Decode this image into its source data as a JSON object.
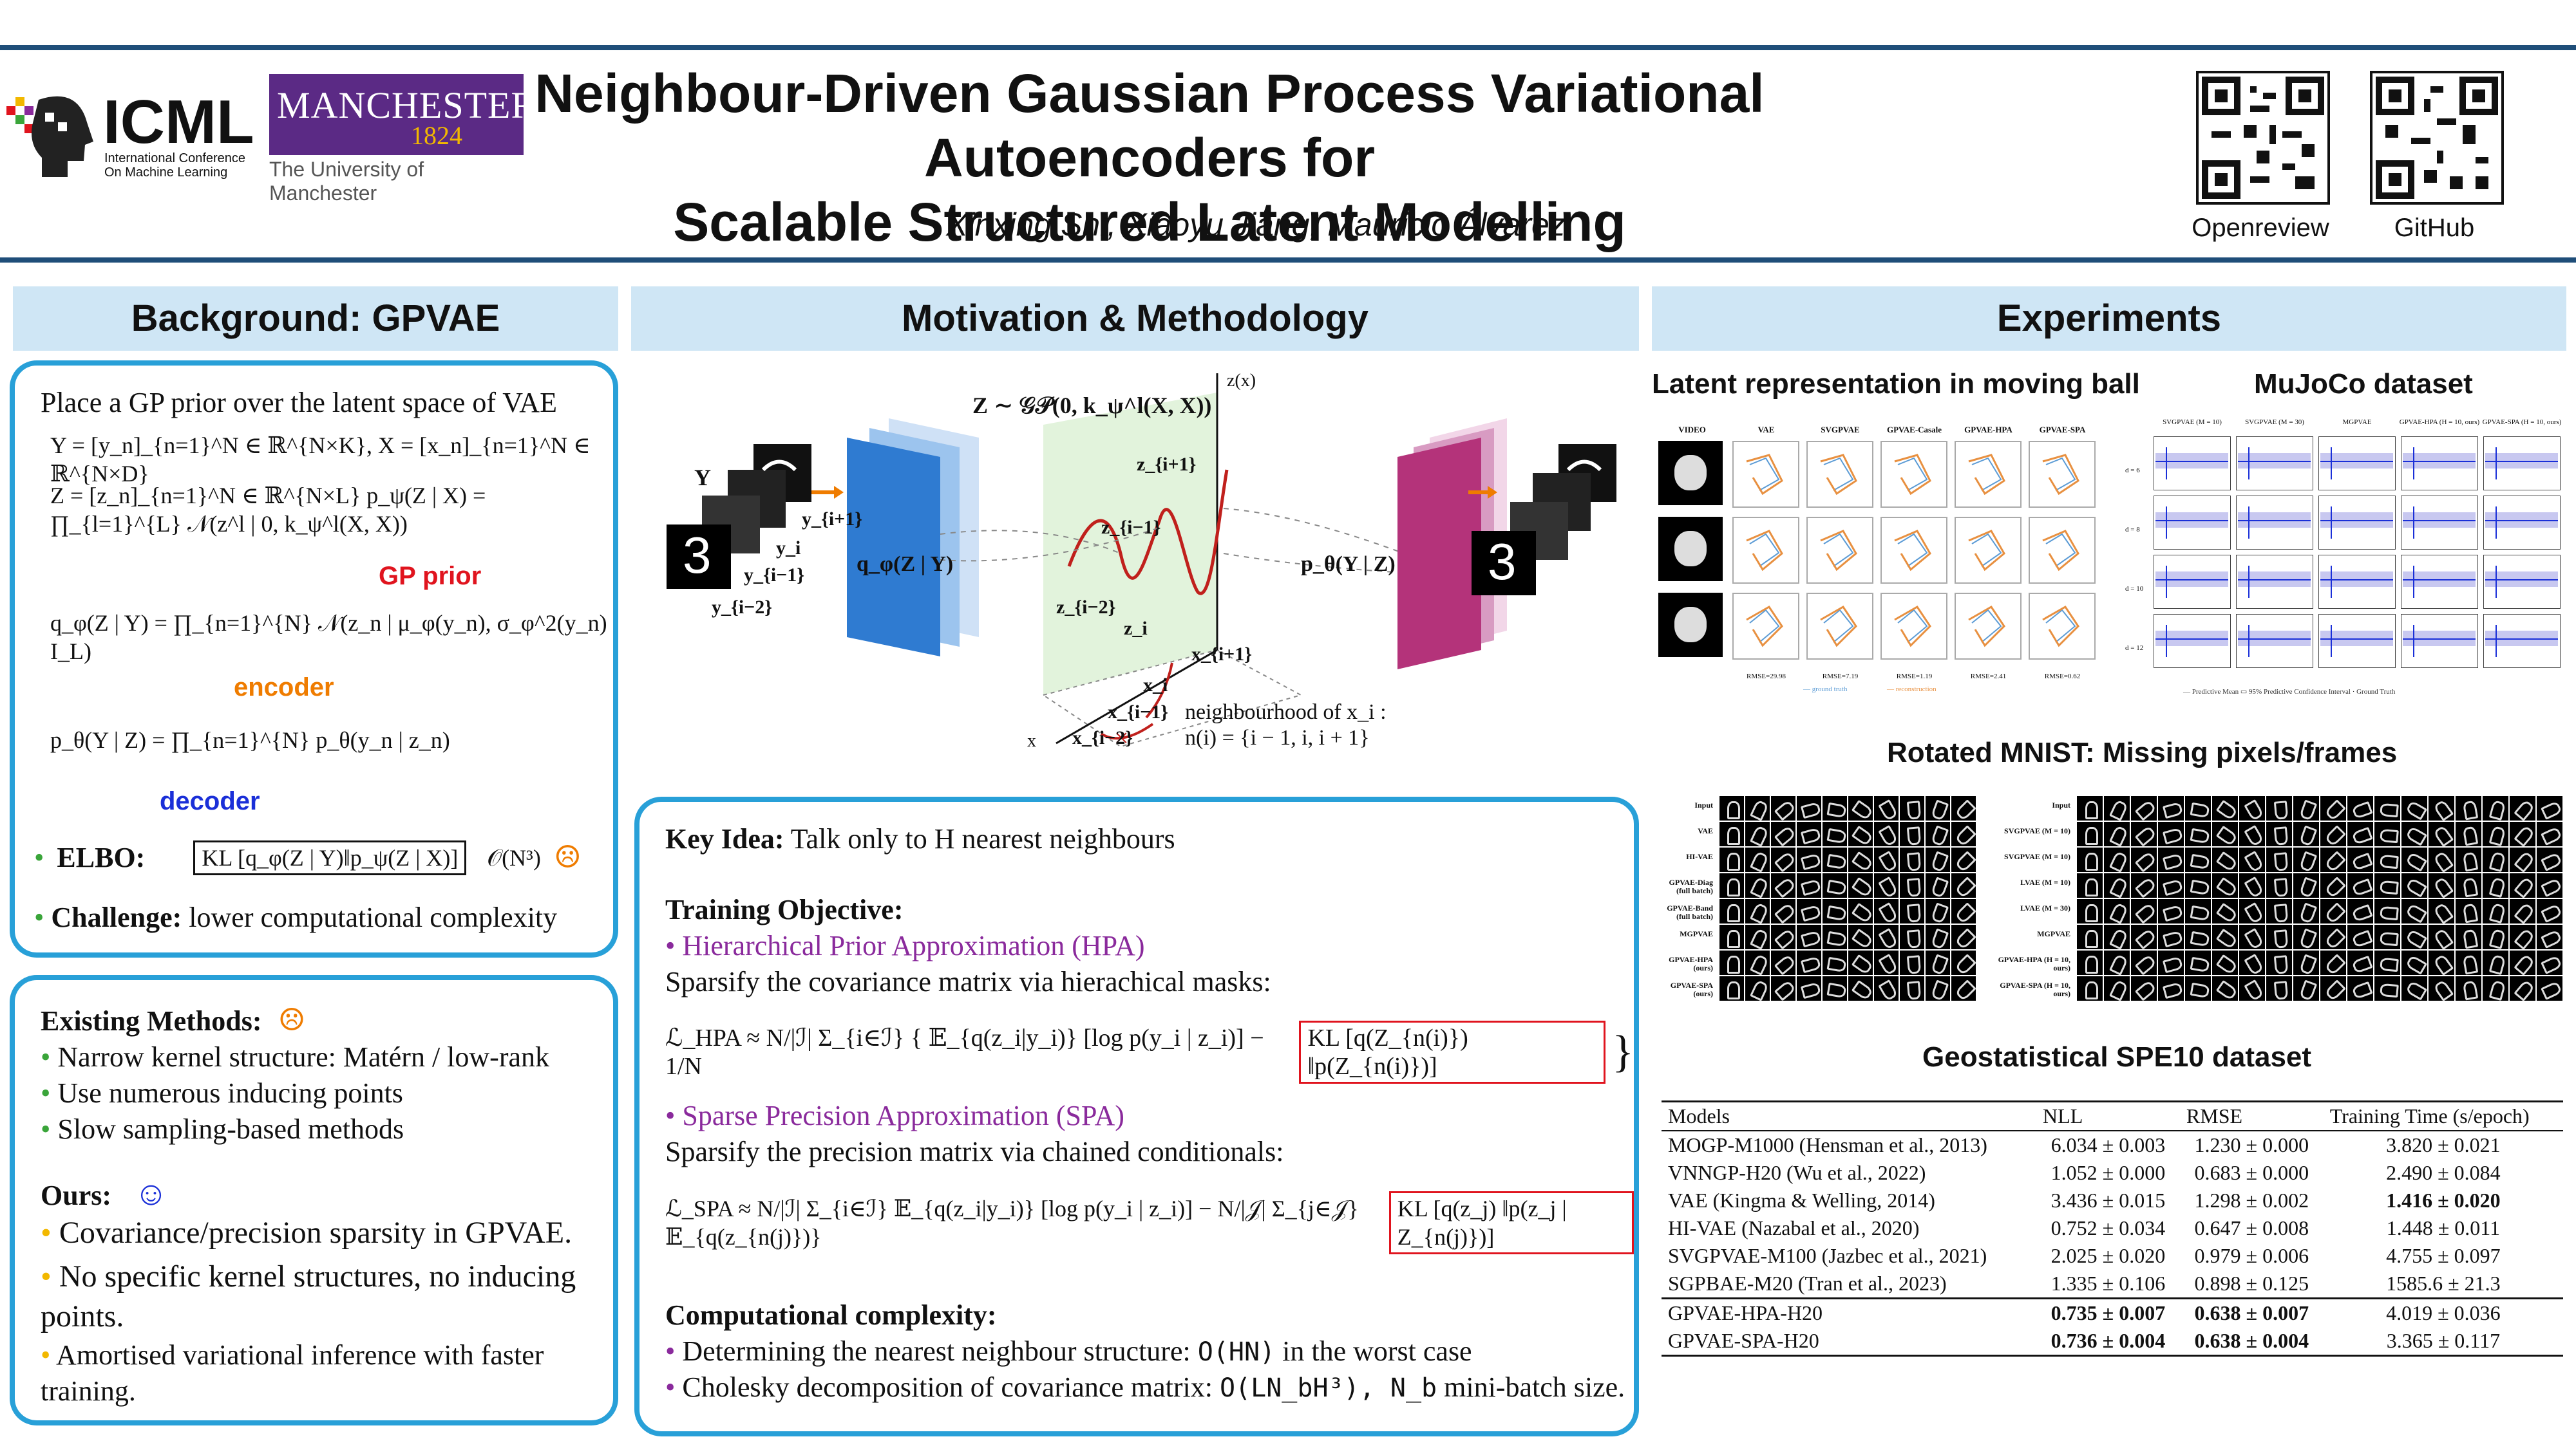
{
  "header": {
    "icml_logo_text": "ICML",
    "icml_subtitle_1": "International Conference",
    "icml_subtitle_2": "On Machine Learning",
    "manchester_logo_text": "MANCHESTER",
    "manchester_year": "1824",
    "manchester_subtitle": "The University of Manchester",
    "title_line_1": "Neighbour-Driven Gaussian Process Variational Autoencoders for",
    "title_line_2": "Scalable Structured Latent Modelling",
    "authors": "Xinxing Shi, Xiaoyu Jiang, Mauricio Álvarez",
    "qr_labels": [
      "Openreview",
      "GitHub"
    ]
  },
  "background": {
    "heading": "Background: GPVAE",
    "intro": "Place a GP prior over the latent space of VAE",
    "eq_y": "Y = [y_n]_{n=1}^N ∈ ℝ^{N×K},  X = [x_n]_{n=1}^N ∈ ℝ^{N×D}",
    "eq_z": "Z = [z_n]_{n=1}^N ∈ ℝ^{N×L}   p_ψ(Z | X) = ∏_{l=1}^{L} 𝒩(z^l | 0, k_ψ^l(X, X))",
    "gp_prior_label": "GP prior",
    "eq_q": "q_φ(Z | Y) = ∏_{n=1}^{N} 𝒩(z_n | μ_φ(y_n), σ_φ^2(y_n) I_L)",
    "encoder_label": "encoder",
    "eq_p": "p_θ(Y | Z) = ∏_{n=1}^{N} p_θ(y_n | z_n)",
    "decoder_label": "decoder",
    "elbo_label": "ELBO:",
    "elbo_kl": "KL [q_φ(Z | Y)‖p_ψ(Z | X)]",
    "elbo_cost": "𝒪(N³)",
    "challenge_label": "Challenge:",
    "challenge_text": "lower computational complexity"
  },
  "existing": {
    "heading": "Existing Methods:",
    "items": [
      "Narrow kernel structure: Matérn / low-rank",
      "Use numerous inducing points",
      "Slow sampling-based methods"
    ],
    "ours_heading": "Ours:",
    "ours_items": [
      "Covariance/precision sparsity in GPVAE.",
      "No specific kernel structures, no inducing points.",
      "Amortised variational inference with faster training."
    ]
  },
  "motivation": {
    "heading": "Motivation & Methodology",
    "figure": {
      "axis_z": "z(x)",
      "axis_x": "x",
      "gp_label": "Z ∼ 𝒢𝒫(0, k_ψ^l(X, X))",
      "encoder_label": "q_φ(Z | Y)",
      "decoder_label": "p_θ(Y | Z)",
      "y_label": "Y",
      "y_i1": "y_{i+1}",
      "y_i": "y_i",
      "y_im1": "y_{i−1}",
      "y_im2": "y_{i−2}",
      "z_i1": "z_{i+1}",
      "z_im1": "z_{i−1}",
      "z_im2": "z_{i−2}",
      "z_i": "z_i",
      "x_i1": "x_{i+1}",
      "x_i": "x_i",
      "x_im1": "x_{i−1}",
      "x_im2": "x_{i−2}",
      "neigh_1": "neighbourhood of x_i :",
      "neigh_2": "n(i) = {i − 1, i, i + 1}"
    },
    "key_idea_label": "Key Idea:",
    "key_idea_text": "Talk only to H nearest neighbours",
    "training_objective": "Training Objective:",
    "hpa_title": "Hierarchical Prior Approximation (HPA)",
    "hpa_desc": "Sparsify the covariance matrix via hierachical masks:",
    "hpa_eq_left": "ℒ_HPA ≈ N/|ℐ| Σ_{i∈ℐ} { 𝔼_{q(z_i|y_i)} [log p(y_i | z_i)] − 1/N",
    "hpa_eq_box": "KL [q(Z_{n(i)}) ‖p(Z_{n(i)})]",
    "spa_title": "Sparse Precision Approximation (SPA)",
    "spa_desc": "Sparsify the precision matrix via chained conditionals:",
    "spa_eq_left": "ℒ_SPA ≈ N/|ℐ| Σ_{i∈ℐ} 𝔼_{q(z_i|y_i)} [log p(y_i | z_i)] − N/|𝒥| Σ_{j∈𝒥} 𝔼_{q(z_{n(j)})}",
    "spa_eq_box": "KL [q(z_j) ‖p(z_j | Z_{n(j)})]",
    "complexity_heading": "Computational complexity:",
    "complexity_1_text": "Determining the nearest neighbour structure: ",
    "complexity_1_math": "O(HN)",
    "complexity_1_tail": " in the worst case",
    "complexity_2_text": "Cholesky decomposition of covariance matrix: ",
    "complexity_2_math": "O(LN_bH³), N_b",
    "complexity_2_tail": " mini-batch size."
  },
  "experiments": {
    "heading": "Experiments",
    "ball_title": "Latent representation in moving ball",
    "ball_cols": [
      "VIDEO",
      "VAE",
      "SVGPVAE",
      "GPVAE-Casale",
      "GPVAE-HPA",
      "GPVAE-SPA"
    ],
    "ball_rmse": [
      "RMSE=29.98",
      "RMSE=7.19",
      "RMSE=1.19",
      "RMSE=2.41",
      "RMSE=0.62"
    ],
    "ball_legend": [
      "ground truth",
      "reconstruction"
    ],
    "mujoco_title": "MuJoCo dataset",
    "mujoco_cols": [
      "SVGPVAE (M = 10)",
      "SVGPVAE (M = 30)",
      "MGPVAE",
      "GPVAE-HPA (H = 10, ours)",
      "GPVAE-SPA (H = 10, ours)"
    ],
    "mujoco_rows": [
      "d = 6",
      "d = 8",
      "d = 10",
      "d = 12"
    ],
    "mujoco_legend": [
      "Predictive Mean",
      "95% Predictive Confidence Interval",
      "Ground Truth"
    ],
    "mnist_title": "Rotated MNIST: Missing pixels/frames",
    "mnist_left_rows": [
      "Input",
      "VAE",
      "HI-VAE",
      "GPVAE-Diag (full batch)",
      "GPVAE-Band (full batch)",
      "MGPVAE",
      "GPVAE-HPA (ours)",
      "GPVAE-SPA (ours)"
    ],
    "mnist_right_rows": [
      "Input",
      "SVGPVAE (M = 10)",
      "SVGPVAE (M = 10)",
      "LVAE (M = 10)",
      "LVAE (M = 30)",
      "MGPVAE",
      "GPVAE-HPA (H = 10, ours)",
      "GPVAE-SPA (H = 10, ours)"
    ],
    "spe10_title": "Geostatistical SPE10 dataset",
    "table": {
      "headers": [
        "Models",
        "NLL",
        "RMSE",
        "Training Time (s/epoch)"
      ],
      "rows": [
        [
          "MOGP-M1000 (Hensman et al., 2013)",
          "6.034 ± 0.003",
          "1.230 ± 0.000",
          "3.820 ± 0.021"
        ],
        [
          "VNNGP-H20 (Wu et al., 2022)",
          "1.052 ± 0.000",
          "0.683 ± 0.000",
          "2.490 ± 0.084"
        ],
        [
          "VAE (Kingma & Welling, 2014)",
          "3.436 ± 0.015",
          "1.298 ± 0.002",
          "1.416 ± 0.020"
        ],
        [
          "HI-VAE (Nazabal et al., 2020)",
          "0.752 ± 0.034",
          "0.647 ± 0.008",
          "1.448 ± 0.011"
        ],
        [
          "SVGPVAE-M100 (Jazbec et al., 2021)",
          "2.025 ± 0.020",
          "0.979 ± 0.006",
          "4.755 ± 0.097"
        ],
        [
          "SGPBAE-M20 (Tran et al., 2023)",
          "1.335 ± 0.106",
          "0.898 ± 0.125",
          "1585.6 ± 21.3"
        ]
      ],
      "ours_rows": [
        [
          "GPVAE-HPA-H20",
          "0.735 ± 0.007",
          "0.638 ± 0.007",
          "4.019 ± 0.036"
        ],
        [
          "GPVAE-SPA-H20",
          "0.736 ± 0.004",
          "0.638 ± 0.004",
          "3.365 ± 0.117"
        ]
      ]
    }
  }
}
